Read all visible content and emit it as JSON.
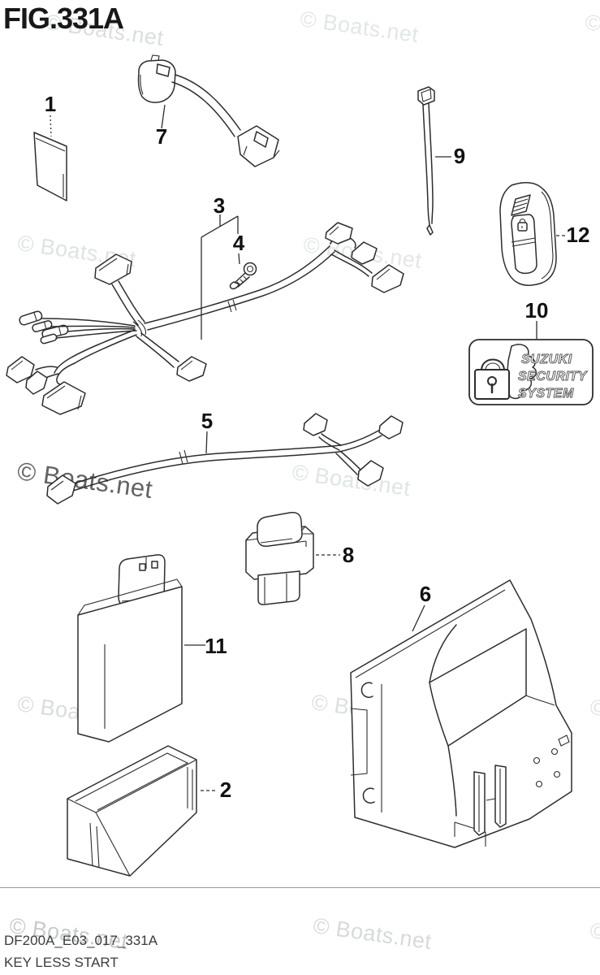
{
  "title": "FIG.331A",
  "watermark_text": "© Boats.net",
  "parts": [
    {
      "number": "1"
    },
    {
      "number": "2"
    },
    {
      "number": "3"
    },
    {
      "number": "4"
    },
    {
      "number": "5"
    },
    {
      "number": "6"
    },
    {
      "number": "7"
    },
    {
      "number": "8"
    },
    {
      "number": "9"
    },
    {
      "number": "10"
    },
    {
      "number": "11"
    },
    {
      "number": "12"
    }
  ],
  "security_label": {
    "line1": "SUZUKI",
    "line2": "SECURITY",
    "line3": "SYSTEM"
  },
  "footer": {
    "drawing_code": "DF200A_E03_017_331A",
    "caption": "KEY LESS START"
  }
}
